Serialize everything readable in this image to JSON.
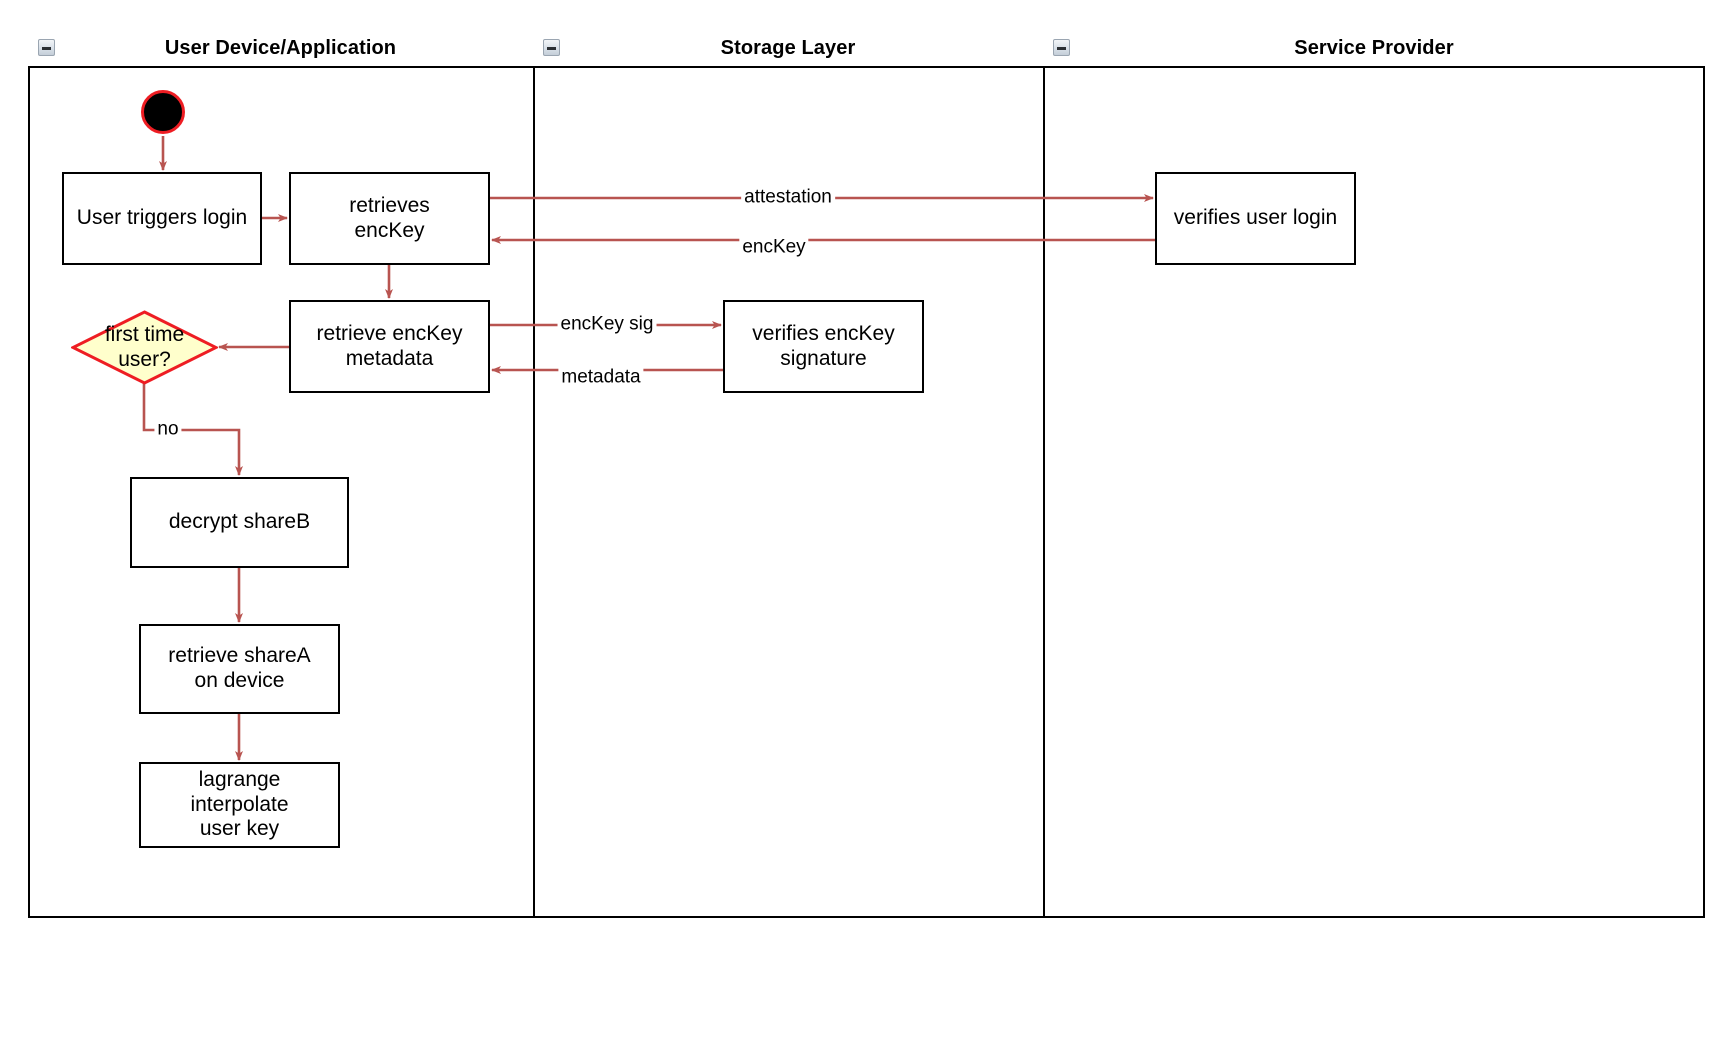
{
  "diagram": {
    "type": "swimlane-activity-diagram",
    "lanes": [
      {
        "id": "user-device",
        "title": "User Device/Application",
        "collapse_icon": "collapse-minus-icon"
      },
      {
        "id": "storage-layer",
        "title": "Storage Layer",
        "collapse_icon": "collapse-minus-icon"
      },
      {
        "id": "service-provider",
        "title": "Service Provider",
        "collapse_icon": "collapse-minus-icon"
      }
    ],
    "colors": {
      "edge": "#b85450",
      "start_node_fill": "#000000",
      "start_node_border": "#ee1d23",
      "decision_fill": "#ffffcc",
      "decision_border": "#ee1d23",
      "node_border": "#000000",
      "lane_border": "#000000",
      "background": "#ffffff"
    },
    "nodes": {
      "start": {
        "shape": "initial-node",
        "label": ""
      },
      "user_triggers_login": {
        "shape": "activity",
        "label": "User triggers login"
      },
      "retrieves_enckey": {
        "shape": "activity",
        "label": "retrieves\nencKey"
      },
      "retrieve_enckey_metadata": {
        "shape": "activity",
        "label": "retrieve encKey\nmetadata"
      },
      "first_time_user": {
        "shape": "decision",
        "label": "first time\nuser?"
      },
      "decrypt_shareb": {
        "shape": "activity",
        "label": "decrypt shareB"
      },
      "retrieve_sharea": {
        "shape": "activity",
        "label": "retrieve shareA\non device"
      },
      "lagrange_interpolate": {
        "shape": "activity",
        "label": "lagrange interpolate\nuser key"
      },
      "verifies_enckey_signature": {
        "shape": "activity",
        "label": "verifies encKey\nsignature"
      },
      "verifies_user_login": {
        "shape": "activity",
        "label": "verifies user login"
      }
    },
    "edge_labels": {
      "attestation": "attestation",
      "enckey": "encKey",
      "enckey_sig": "encKey sig",
      "metadata": "metadata",
      "no": "no"
    }
  }
}
